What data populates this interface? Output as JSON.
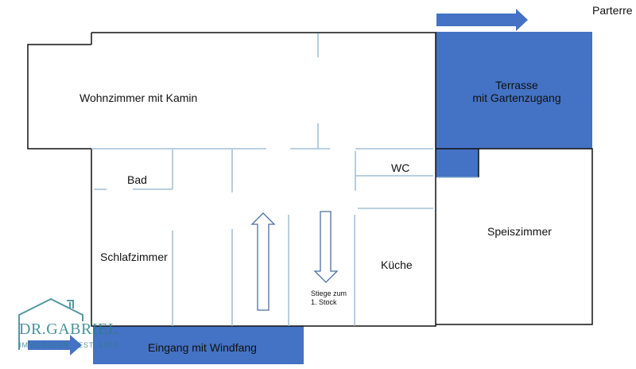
{
  "floor_label": "Parterre",
  "rooms": {
    "wohnzimmer": "Wohnzimmer mit Kamin",
    "terrasse_line1": "Terrasse",
    "terrasse_line2": "mit Gartenzugang",
    "bad": "Bad",
    "wc": "WC",
    "schlafzimmer": "Schlafzimmer",
    "speiszimmer": "Speiszimmer",
    "kueche": "Küche",
    "stiege_line1": "Stiege zum",
    "stiege_line2": "1. Stock",
    "eingang": "Eingang mit Windfang"
  },
  "logo": {
    "name": "DR.GABRIEL",
    "tagline": "IMMOBILIEN · EST. 1978"
  },
  "colors": {
    "accent_blue": "#4472C4",
    "wall": "#111111",
    "partition": "#8fb4cf",
    "logo_teal": "#2a7f8a"
  }
}
